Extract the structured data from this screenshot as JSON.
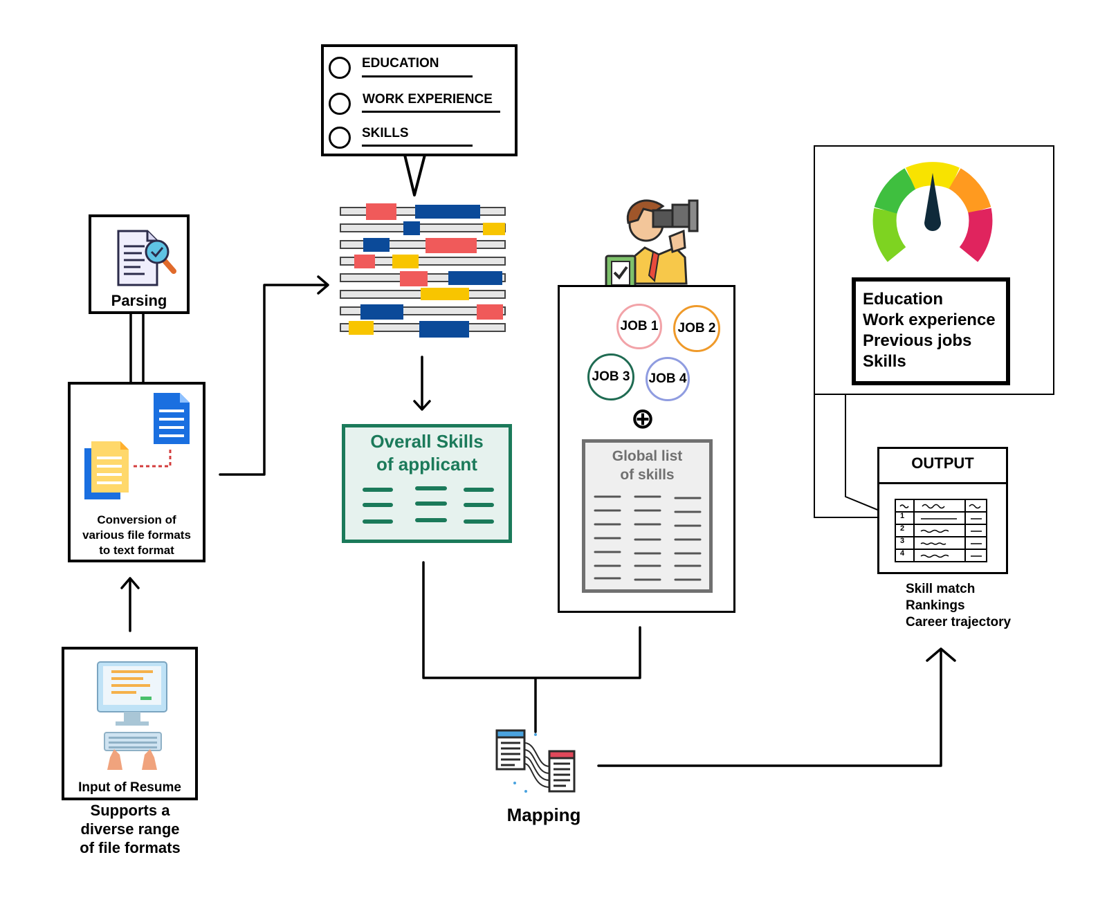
{
  "colors": {
    "bar_red": "#f05a5a",
    "bar_blue": "#0b4a99",
    "bar_yellow": "#f8c500",
    "green": "#1b7a5a",
    "green_fill": "#e6f2ee",
    "grey": "#707070",
    "grey_fill": "#efefef",
    "job1": "#f2a3a8",
    "job2": "#ef9a2a",
    "job3": "#1f6b52",
    "job4": "#8f9ce0"
  },
  "sections": {
    "checklist": [
      "EDUCATION",
      "WORK EXPERIENCE",
      "SKILLS"
    ],
    "parsing": {
      "label": "Parsing",
      "icon": "document-search-icon"
    },
    "conversion": {
      "label_lines": [
        "Conversion of",
        "various file formats",
        "to text format"
      ],
      "icon": "file-conversion-icon"
    },
    "input": {
      "label": "Input of Resume",
      "icon": "computer-typing-icon",
      "caption_lines": [
        "Supports a",
        "diverse range",
        "of file formats"
      ]
    },
    "overall_skills": {
      "title_lines": [
        "Overall Skills",
        "of applicant"
      ]
    },
    "jobs": {
      "items": [
        "JOB 1",
        "JOB 2",
        "JOB 3",
        "JOB 4"
      ],
      "plus_symbol": "⊕",
      "icon": "job-seeker-binoculars-icon"
    },
    "global_skills": {
      "title_lines": [
        "Global list",
        "of skills"
      ]
    },
    "mapping": {
      "label": "Mapping",
      "icon": "mapping-icon"
    },
    "gauge": {
      "icon": "gauge-meter-icon",
      "items": [
        "Education",
        "Work experience",
        "Previous jobs",
        "Skills"
      ]
    },
    "output": {
      "title": "OUTPUT",
      "rows": [
        "1",
        "2",
        "3",
        "4"
      ],
      "caption_lines": [
        "Skill match",
        "Rankings",
        "Career trajectory"
      ]
    }
  }
}
